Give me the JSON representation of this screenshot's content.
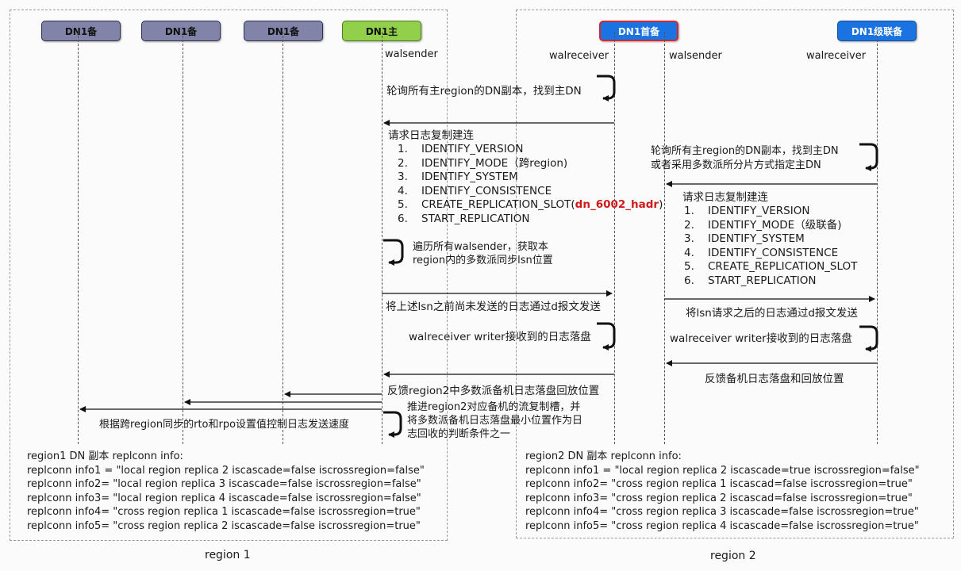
{
  "nodes": {
    "dn1_standby_1": "DN1备",
    "dn1_standby_2": "DN1备",
    "dn1_standby_3": "DN1备",
    "dn1_primary": "DN1主",
    "dn1_first_standby": "DN1首备",
    "dn1_cascade_standby": "DN1级联备"
  },
  "lane_labels": {
    "walsender_1": "walsender",
    "walreceiver_1": "walreceiver",
    "walsender_2": "walsender",
    "walreceiver_2": "walreceiver"
  },
  "messages": {
    "poll_primary_1": "轮询所有主region的DN副本，找到主DN",
    "request_link_1": "请求日志复制建连",
    "steps_1": [
      {
        "num": "1.",
        "text": "IDENTIFY_VERSION"
      },
      {
        "num": "2.",
        "text": "IDENTIFY_MODE（跨region)"
      },
      {
        "num": "3.",
        "text": "IDENTIFY_SYSTEM"
      },
      {
        "num": "4.",
        "text": "IDENTIFY_CONSISTENCE"
      },
      {
        "num": "5.",
        "text": "CREATE_REPLICATION_SLOT(",
        "highlight": "dn_6002_hadr",
        "suffix": ")"
      },
      {
        "num": "6.",
        "text": "START_REPLICATION"
      }
    ],
    "traverse_line1": "遍历所有walsender，获取本",
    "traverse_line2": "region内的多数派同步lsn位置",
    "send_before_lsn": "将上述lsn之前尚未发送的日志通过d报文发送",
    "writer_flush_1": "walreceiver writer接收到的日志落盘",
    "feedback_region2": "反馈region2中多数派备机日志落盘回放位置",
    "advance_line1": "推进region2对应备机的流复制槽，并",
    "advance_line2": "将多数派备机日志落盘最小位置作为日",
    "advance_line3": "志回收的判断条件之一",
    "rate_control": "根据跨region同步的rto和rpo设置值控制日志发送速度",
    "poll_primary_2_line1": "轮询所有主region的DN副本，找到主DN",
    "poll_primary_2_line2": "或者采用多数派所分片方式指定主DN",
    "request_link_2": "请求日志复制建连",
    "steps_2": [
      {
        "num": "1.",
        "text": "IDENTIFY_VERSION"
      },
      {
        "num": "2.",
        "text": "IDENTIFY_MODE（级联备)"
      },
      {
        "num": "3.",
        "text": "IDENTIFY_SYSTEM"
      },
      {
        "num": "4.",
        "text": "IDENTIFY_CONSISTENCE"
      },
      {
        "num": "5.",
        "text": "CREATE_REPLICATION_SLOT"
      },
      {
        "num": "6.",
        "text": "START_REPLICATION"
      }
    ],
    "send_after_lsn": "将lsn请求之后的日志通过d报文发送",
    "writer_flush_2": "walreceiver writer接收到的日志落盘",
    "feedback_standby": "反馈备机日志落盘和回放位置"
  },
  "region1_info": {
    "title": "region1 DN 副本 replconn info:",
    "rows": [
      "replconn info1 =  \"local region replica 2 iscascade=false iscrossregion=false\"",
      "replconn info2=  \"local region replica 3 iscascade=false iscrossregion=false\"",
      "replconn info3=  \"local region replica 4 iscascade=false iscrossregion=false\"",
      "replconn info4=  \"cross region replica 1 iscascade=false iscrossregion=true\"",
      "replconn info5=  \"cross region replica 2 iscascade=false iscrossregion=true\""
    ]
  },
  "region2_info": {
    "title": "region2 DN 副本 replconn info:",
    "rows": [
      "replconn info1 =  \"local region replica 2 iscascade=true iscrossregion=false\"",
      "replconn info2=  \"cross region replica 1 iscascad=false iscrossregion=true\"",
      "replconn info3=  \"cross region replica 2 iscascad=false iscrossregion=true\"",
      "replconn info4=  \"cross region replica 3 iscascade=false iscrossregion=true\"",
      "replconn info5=  \"cross region replica 4 iscascade=false iscrossregion=true\""
    ]
  },
  "region_labels": {
    "region1": "region 1",
    "region2": "region 2"
  },
  "colors": {
    "standby_fill": "#8183a8",
    "primary_fill": "#92cf4b",
    "region2_node_fill": "#1a73e0",
    "first_standby_border": "#d7262e",
    "highlight_text": "#d11a1a"
  }
}
